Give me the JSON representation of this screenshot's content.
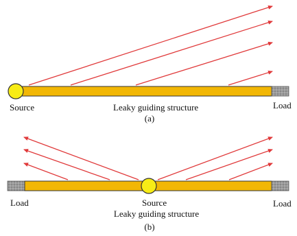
{
  "diagram_a": {
    "source_label": "Source",
    "structure_label": "Leaky guiding structure",
    "load_label": "Load",
    "caption": "(a)"
  },
  "diagram_b": {
    "load_left_label": "Load",
    "source_label": "Source",
    "load_right_label": "Load",
    "structure_label": "Leaky guiding structure",
    "caption": "(b)"
  },
  "colors": {
    "guide_fill": "#f2b705",
    "guide_stroke": "#333333",
    "source_fill": "#f7ec16",
    "load_fill": "#9b9b9b",
    "ray": "#e0393a"
  }
}
